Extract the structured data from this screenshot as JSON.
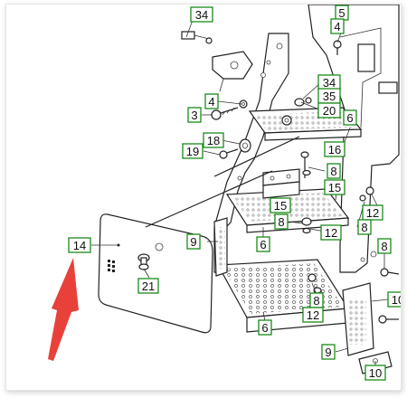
{
  "diagram": {
    "callouts": [
      "34",
      "5",
      "4",
      "34",
      "35",
      "4",
      "20",
      "3",
      "6",
      "18",
      "16",
      "19",
      "8",
      "15",
      "15",
      "8",
      "12",
      "9",
      "6",
      "12",
      "8",
      "14",
      "8",
      "21",
      "8",
      "10",
      "12",
      "6",
      "9",
      "10"
    ],
    "pointer_color": "#e8413a",
    "label_border_color": "#1a8a1a"
  }
}
